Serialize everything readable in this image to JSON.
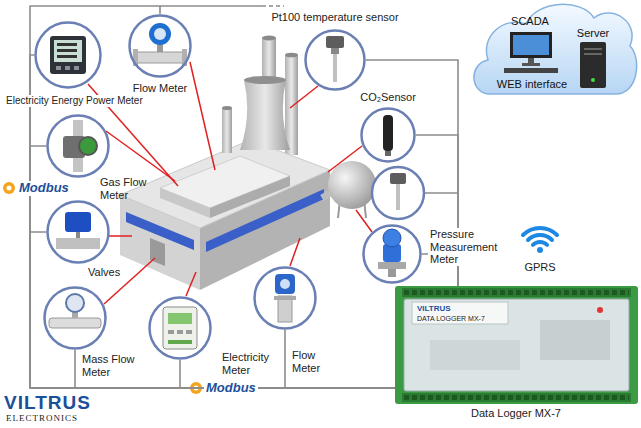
{
  "diagram": {
    "nodes": [
      {
        "text": [
          "Electricity Energy Power Meter"
        ]
      },
      {
        "text": [
          "Flow Meter"
        ]
      },
      {
        "text": [
          "Pt100 temperature sensor"
        ]
      },
      {
        "text": [
          "SCADA",
          "Server",
          "WEB interface"
        ]
      },
      {
        "text": [
          "CO₂Sensor"
        ]
      },
      {
        "text": [
          "Gas Flow Meter"
        ]
      },
      {
        "text": [
          "Valves"
        ]
      },
      {
        "text": [
          "Pressure Measurement Meter"
        ]
      },
      {
        "text": [
          "Mass Flow Meter"
        ]
      },
      {
        "text": [
          "Electricity Meter"
        ]
      },
      {
        "text": [
          "Flow Meter"
        ]
      },
      {
        "text": [
          "VILTRUS",
          "DATA LOGGER MX-7",
          "Data Logger MX-7"
        ]
      }
    ],
    "edges": [
      {
        "from": 0,
        "to": 11,
        "arrow": "none"
      },
      {
        "from": 1,
        "to": 11,
        "arrow": "none"
      },
      {
        "from": 2,
        "to": 11,
        "arrow": "none"
      },
      {
        "from": 4,
        "to": 11,
        "arrow": "none"
      },
      {
        "from": 5,
        "to": 11,
        "arrow": "none"
      },
      {
        "from": 6,
        "to": 11,
        "arrow": "none"
      },
      {
        "from": 7,
        "to": 11,
        "arrow": "none"
      },
      {
        "from": 8,
        "to": 11,
        "arrow": "none"
      },
      {
        "from": 9,
        "to": 11,
        "arrow": "none"
      },
      {
        "from": 10,
        "to": 11,
        "arrow": "none"
      }
    ],
    "labels": [
      "Modbus",
      "Modbus",
      "GPRS",
      "VILTRUS",
      "ELECTRONICS"
    ]
  }
}
